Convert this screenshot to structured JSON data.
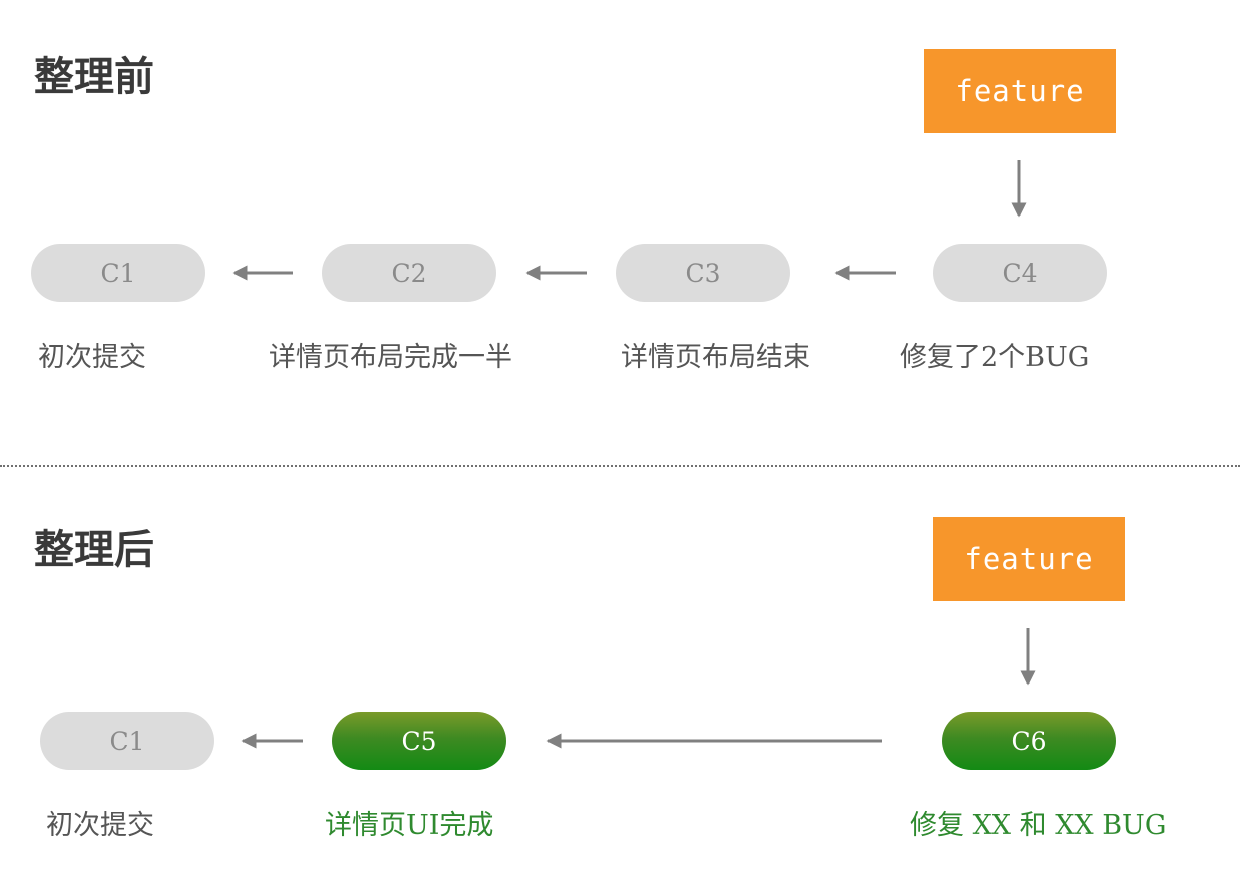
{
  "before": {
    "title": "整理前",
    "branch_label": "feature",
    "commits": [
      {
        "label": "C1",
        "caption": "初次提交"
      },
      {
        "label": "C2",
        "caption": "详情页布局完成一半"
      },
      {
        "label": "C3",
        "caption": "详情页布局结束"
      },
      {
        "label": "C4",
        "caption": "修复了2个BUG"
      }
    ]
  },
  "after": {
    "title": "整理后",
    "branch_label": "feature",
    "commits": [
      {
        "label": "C1",
        "caption": "初次提交"
      },
      {
        "label": "C5",
        "caption": "详情页UI完成"
      },
      {
        "label": "C6",
        "caption": "修复 XX 和 XX BUG"
      }
    ]
  },
  "colors": {
    "branch": "#f7962b",
    "old_commit": "#dcdcdc",
    "new_commit": "#2a8a1c",
    "new_caption": "#2f8a2f",
    "arrow": "#808080"
  }
}
